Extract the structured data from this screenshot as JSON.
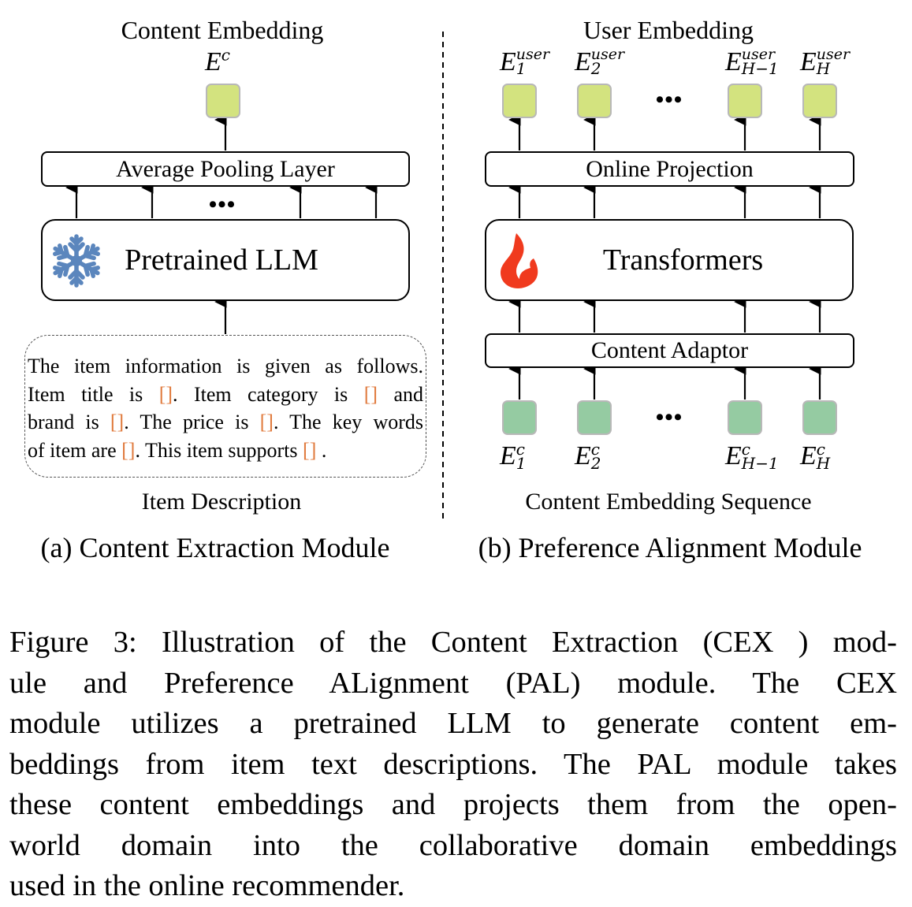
{
  "left_panel": {
    "top_title": "Content Embedding",
    "output_symbol": {
      "base": "E",
      "sup": "c"
    },
    "pooling_label": "Average Pooling Layer",
    "llm_label": "Pretrained LLM",
    "llm_icon": "snowflake-icon",
    "ellipsis": "•••",
    "description_lines": [
      [
        {
          "t": "The item information is given as follows."
        }
      ],
      [
        {
          "t": "Item title is "
        },
        {
          "t": "[]",
          "ph": true
        },
        {
          "t": ". Item category is "
        },
        {
          "t": "[]",
          "ph": true
        },
        {
          "t": " and"
        }
      ],
      [
        {
          "t": "brand is "
        },
        {
          "t": "[]",
          "ph": true
        },
        {
          "t": ". The price is "
        },
        {
          "t": "[]",
          "ph": true
        },
        {
          "t": ". The key words"
        }
      ],
      [
        {
          "t": "of item are "
        },
        {
          "t": "[]",
          "ph": true
        },
        {
          "t": ". This item supports "
        },
        {
          "t": "[]",
          "ph": true
        },
        {
          "t": " ."
        }
      ]
    ],
    "description_label": "Item Description",
    "subcaption": "(a) Content Extraction Module"
  },
  "right_panel": {
    "top_title": "User Embedding",
    "user_embeddings": [
      {
        "base": "E",
        "sup": "user",
        "sub": "1"
      },
      {
        "base": "E",
        "sup": "user",
        "sub": "2"
      },
      {
        "base": "E",
        "sup": "user",
        "sub": "H−1"
      },
      {
        "base": "E",
        "sup": "user",
        "sub": "H"
      }
    ],
    "projection_label": "Online Projection",
    "transformer_label": "Transformers",
    "transformer_icon": "flame-icon",
    "adaptor_label": "Content Adaptor",
    "content_embeddings": [
      {
        "base": "E",
        "sup": "c",
        "sub": "1"
      },
      {
        "base": "E",
        "sup": "c",
        "sub": "2"
      },
      {
        "base": "E",
        "sup": "c",
        "sub": "H−1"
      },
      {
        "base": "E",
        "sup": "c",
        "sub": "H"
      }
    ],
    "ellipsis": "•••",
    "sequence_label": "Content Embedding Sequence",
    "subcaption": "(b) Preference Alignment Module"
  },
  "colors": {
    "user_embedding": "#d3e37f",
    "content_embedding": "#95cba2",
    "placeholder": "#e07a3c",
    "snowflake": "#5b86bd",
    "flame": "#f03a1e"
  },
  "caption": {
    "lines": [
      "Figure 3: Illustration of the Content Extraction (CEX ) mod-",
      "ule and Preference ALignment (PAL) module. The CEX",
      "module utilizes a pretrained LLM to generate content em-",
      "beddings from item text descriptions. The PAL module takes",
      "these content embeddings and projects them from the open-",
      "world domain into the collaborative domain embeddings",
      "used in the online recommender."
    ]
  }
}
